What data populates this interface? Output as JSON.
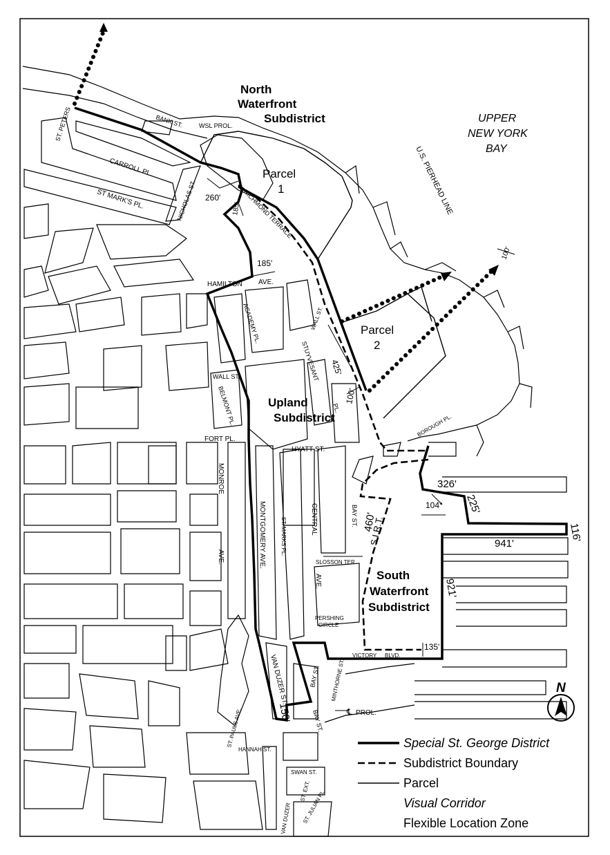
{
  "map": {
    "subdistricts": {
      "north": [
        "North",
        "Waterfront",
        "Subdistrict"
      ],
      "upland": [
        "Upland",
        "Subdistrict"
      ],
      "south": [
        "South",
        "Waterfront",
        "Subdistrict"
      ]
    },
    "water": [
      "UPPER",
      "NEW YORK",
      "BAY"
    ],
    "pierhead": "U.S. PIERHEAD LINE",
    "parcels": {
      "p1": [
        "Parcel",
        "1"
      ],
      "p2": [
        "Parcel",
        "2"
      ]
    },
    "streets": {
      "st_peters": "ST. PETERS",
      "bank_st": "BANK ST.",
      "wsl_prol": "WSL PROL.",
      "carroll_pl": "CARROLL PL.",
      "st_marks_pl": "ST MARK'S PL.",
      "nicholas_st": "NICHOLAS ST.",
      "richmond_terrace": "RICHMOND TERRACE",
      "hamilton_ave": "HAMILTON",
      "hamilton_ave2": "AVE.",
      "academy_pl": "ACADEMY PL.",
      "wall_st_upper": "WALL ST.",
      "stuyvesant_pl": "STUYVESANT",
      "stuyvesant_pl2": "PL.",
      "wall_st": "WALL ST.",
      "belmont_pl": "BELMONT PL.",
      "fort_pl": "FORT PL.",
      "hyatt_st": "HYATT ST.",
      "borough_pl": "BOROUGH PL.",
      "monroe_ave": "MONROE",
      "monroe_ave2": "AVE.",
      "montgomery_ave": "MONTGOMERY AVE.",
      "st_marks_pl2": "ST. MARKS PL.",
      "central_ave": "CENTRAL",
      "central_ave2": "AVE.",
      "bay_st_upper": "BAY ST.",
      "slosson_ter": "SLOSSON TER.",
      "pershing_circle": "PERSHING",
      "pershing_circle2": "CIRCLE",
      "sirt": "S.I.R.T.",
      "victory_blvd": "VICTORY",
      "victory_blvd2": "BLVD.",
      "van_duzer_st": "VAN DUZER ST.",
      "bay_st_mid": "BAY ST.",
      "minthorne_st": "MINTHORNE ST.",
      "cl_prol": "PROL.",
      "bay_st_lower": "BAY ST.",
      "st_pauls_ave": "ST. PAULS AVE.",
      "hannah_st": "HANNAH ST.",
      "swan_st": "SWAN ST.",
      "st_julian_pl": "ST. JULIAN PL.",
      "st_ext": "ST. EXT.",
      "van_duzer_lower": "VAN DUZER"
    },
    "dimensions": {
      "d260": "260'",
      "d185a": "185'",
      "d185b": "185'",
      "d425": "425'",
      "d100a": "100'",
      "d100b": "100'",
      "d326": "326'",
      "d104": "104°",
      "d225": "225'",
      "d116": "116'",
      "d941": "941'",
      "d460": "460'",
      "d921": "921'",
      "d135": "135'",
      "d150": "150'"
    },
    "north_arrow": "N"
  },
  "legend": {
    "items": [
      {
        "label": "Special St. George District",
        "style": "italic"
      },
      {
        "label": "Subdistrict Boundary",
        "style": "normal"
      },
      {
        "label": "Parcel",
        "style": "normal"
      },
      {
        "label": "Visual Corridor",
        "style": "italic"
      },
      {
        "label": "Flexible Location Zone",
        "style": "normal"
      }
    ]
  }
}
